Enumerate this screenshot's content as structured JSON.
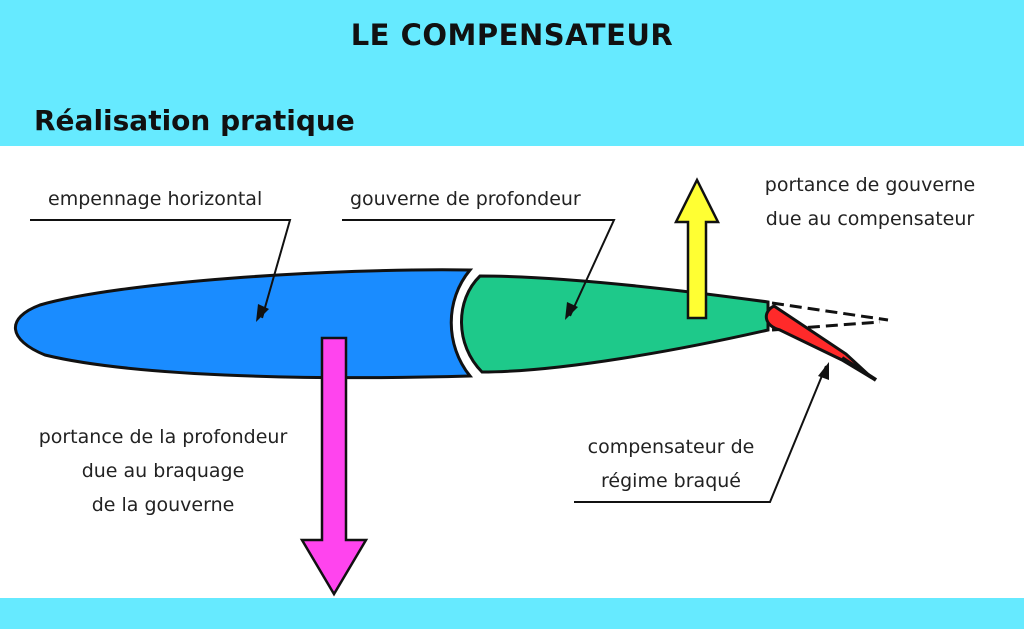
{
  "header": {
    "title": "LE COMPENSATEUR",
    "subtitle": "Réalisation pratique"
  },
  "labels": {
    "empennage": "empennage horizontal",
    "gouverne": "gouverne de profondeur",
    "portance_gouverne_line1": "portance de gouverne",
    "portance_gouverne_line2": "due au compensateur",
    "portance_profondeur_line1": "portance de la profondeur",
    "portance_profondeur_line2": "due au braquage",
    "portance_profondeur_line3": "de la gouverne",
    "compensateur_line1": "compensateur de",
    "compensateur_line2": "régime braqué"
  },
  "colors": {
    "background_band": "#66eaff",
    "stabilizer": "#1a8cff",
    "elevator": "#1ec98a",
    "tab": "#ff2a2a",
    "up_arrow": "#ffff33",
    "down_arrow": "#ff44ee"
  }
}
